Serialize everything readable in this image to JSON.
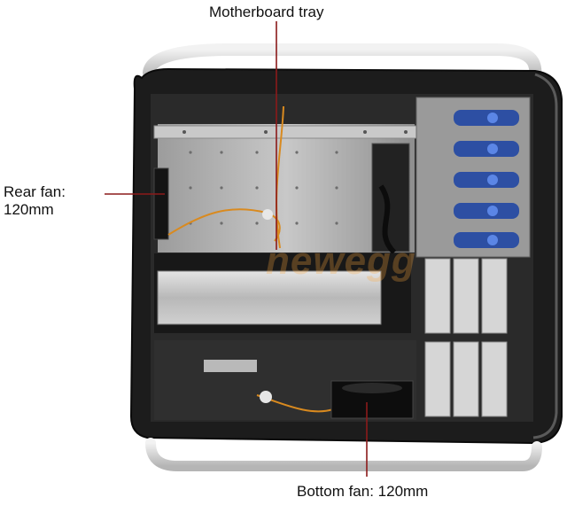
{
  "annotations": {
    "motherboard_tray": "Motherboard tray",
    "rear_fan_line1": "Rear fan:",
    "rear_fan_line2": "120mm",
    "bottom_fan": "Bottom fan: 120mm"
  },
  "colors": {
    "callout_line": "#8b1a1a",
    "case_body": "#1a1a1a",
    "handle": "#d9d9d9",
    "bay_clip": "#2d4fa3"
  },
  "watermark": "newegg"
}
